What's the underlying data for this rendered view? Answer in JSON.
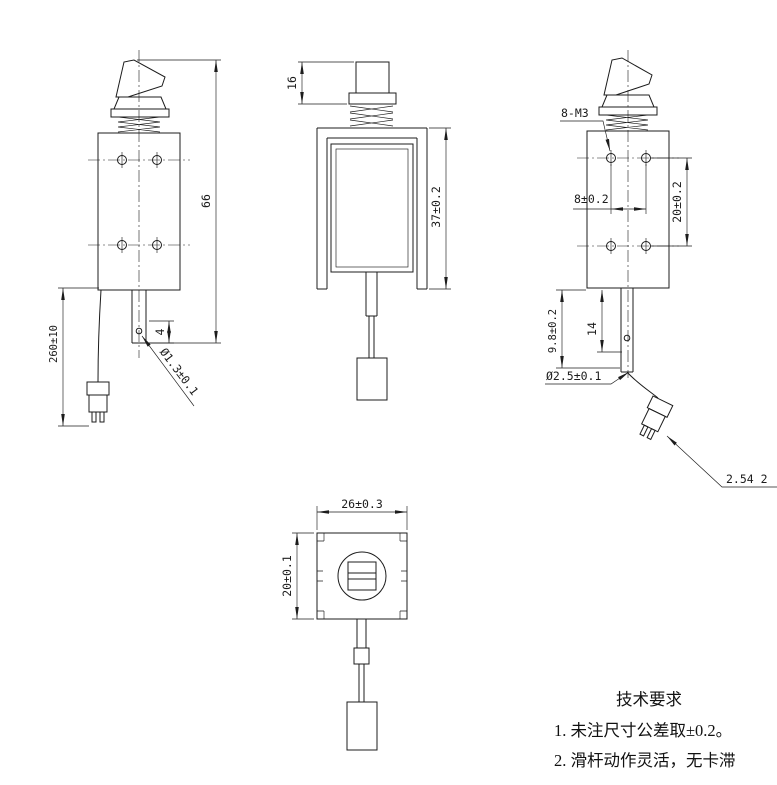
{
  "views": {
    "side_left": {
      "overall_height": "66",
      "lead_wire_length": "260±10",
      "rod_tip_length": "4",
      "pin_hole_dia": "Ø1.3±0.1"
    },
    "front": {
      "plunger_head_height": "16",
      "frame_height": "37±0.2"
    },
    "side_right": {
      "thread_callout": "8-M3",
      "hole_pitch_h": "8±0.2",
      "hole_pitch_v": "20±0.2",
      "stroke_len": "9.8±0.2",
      "hole_offset": "14",
      "rod_dia": "Ø2.5±0.1",
      "connector_callout": "2.54 2"
    },
    "top": {
      "body_width": "26±0.3",
      "body_depth": "20±0.1"
    }
  },
  "notes": {
    "title": "技术要求",
    "item_1": "1. 未注尺寸公差取±0.2。",
    "item_2": "2. 滑杆动作灵活，无卡滞"
  }
}
